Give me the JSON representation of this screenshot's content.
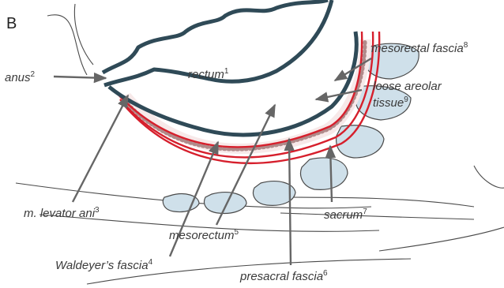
{
  "panel_label": "B",
  "labels": {
    "anus": {
      "text": "anus",
      "num": "2"
    },
    "rectum": {
      "text": "rectum",
      "num": "1"
    },
    "mesorectal_fascia": {
      "text": "mesorectal fascia",
      "num": "8"
    },
    "loose_areolar_line1": {
      "text": "loose areolar"
    },
    "loose_areolar_line2": {
      "text": "tissue",
      "num": "9"
    },
    "levator_ani": {
      "text": "m. levator ani",
      "num": "3"
    },
    "mesorectum": {
      "text": "mesorectum",
      "num": "5"
    },
    "sacrum": {
      "text": "sacrum",
      "num": "7"
    },
    "waldeyers_fascia": {
      "text": "Waldeyer’s fascia",
      "num": "4"
    },
    "presacral_fascia": {
      "text": "presacral fascia",
      "num": "6"
    }
  },
  "colors": {
    "rectum_wall": "#2f4a57",
    "fascia_red": "#d61f2c",
    "pointer_grey": "#666666",
    "bone_fill": "#cfe0ea",
    "outline": "#4a4a4a"
  }
}
